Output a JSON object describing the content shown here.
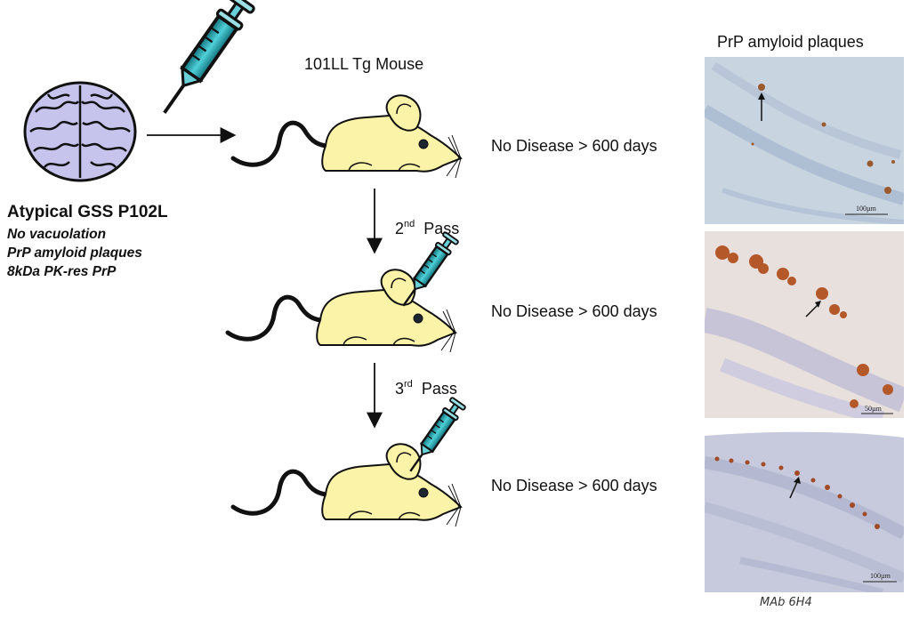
{
  "sample": {
    "title": "Atypical GSS P102L",
    "features": [
      "No vacuolation",
      "PrP amyloid plaques",
      "8kDa PK-res PrP"
    ]
  },
  "mouse_model": "101LL Tg Mouse",
  "passages": [
    {
      "label": "",
      "outcome": "No Disease > 600 days"
    },
    {
      "ordinal": "2",
      "ordinal_suffix": "nd",
      "label": "Pass",
      "outcome": "No Disease > 600 days"
    },
    {
      "ordinal": "3",
      "ordinal_suffix": "rd",
      "label": "Pass",
      "outcome": "No Disease > 600 days"
    }
  ],
  "histology": {
    "heading": "PrP amyloid plaques",
    "antibody": "MAb 6H4",
    "panels": [
      {
        "scale": "100µm",
        "stain_color": "#9a5a30",
        "background": "#c8d4e0"
      },
      {
        "scale": "50µm",
        "stain_color": "#b4582a",
        "background": "#e8e0dc"
      },
      {
        "scale": "100µm",
        "stain_color": "#a04a28",
        "background": "#c6cadc"
      }
    ]
  },
  "colors": {
    "mouse_body": "#faf3a8",
    "brain": "#c6c4ec",
    "syringe": "#35b8c4"
  }
}
